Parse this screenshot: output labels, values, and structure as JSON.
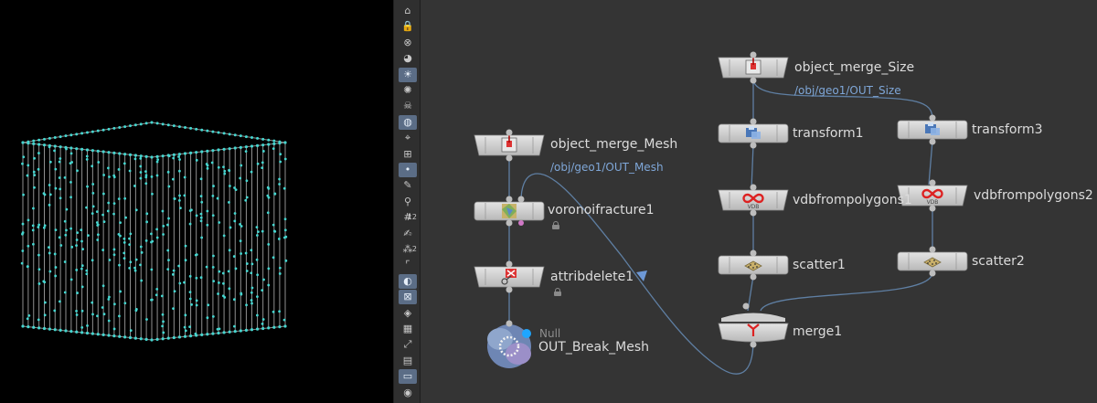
{
  "network": {
    "nodes": [
      {
        "id": "object_merge_Mesh",
        "label": "object_merge_Mesh",
        "path": "/obj/geo1/OUT_Mesh",
        "icon": "object-merge-icon"
      },
      {
        "id": "voronoifracture1",
        "label": "voronoifracture1",
        "icon": "voronoi-fracture-icon"
      },
      {
        "id": "attribdelete1",
        "label": "attribdelete1",
        "icon": "attrib-delete-icon"
      },
      {
        "id": "OUT_Break_Mesh",
        "label": "OUT_Break_Mesh",
        "type": "Null",
        "icon": "null-icon"
      },
      {
        "id": "object_merge_Size",
        "label": "object_merge_Size",
        "path": "/obj/geo1/OUT_Size",
        "icon": "object-merge-icon"
      },
      {
        "id": "transform1",
        "label": "transform1",
        "icon": "transform-icon"
      },
      {
        "id": "vdbfrompolygons1",
        "label": "vdbfrompolygons1",
        "icon": "vdb-icon"
      },
      {
        "id": "scatter1",
        "label": "scatter1",
        "icon": "scatter-icon"
      },
      {
        "id": "merge1",
        "label": "merge1",
        "icon": "merge-icon"
      },
      {
        "id": "transform3",
        "label": "transform3",
        "icon": "transform-icon"
      },
      {
        "id": "vdbfrompolygons2",
        "label": "vdbfrompolygons2",
        "icon": "vdb-icon"
      },
      {
        "id": "scatter2",
        "label": "scatter2",
        "icon": "scatter-icon"
      }
    ],
    "vdb_badge": "VDB"
  },
  "toolbar": {
    "items": [
      {
        "name": "pin-icon",
        "glyph": "⌂"
      },
      {
        "name": "lock-icon",
        "glyph": "🔒"
      },
      {
        "name": "close-circle-icon",
        "glyph": "⊗"
      },
      {
        "name": "ghost-icon",
        "glyph": "◕"
      },
      {
        "name": "lightbulb-icon",
        "glyph": "☀",
        "active": true
      },
      {
        "name": "light-icon",
        "glyph": "✺"
      },
      {
        "name": "skull-icon",
        "glyph": "☠"
      },
      {
        "name": "view-mode-icon",
        "glyph": "◍",
        "active": true
      },
      {
        "name": "snap-icon",
        "glyph": "⌖"
      },
      {
        "name": "display-options-icon",
        "glyph": "⊞"
      },
      {
        "name": "point-icon",
        "glyph": "•",
        "active": true
      },
      {
        "name": "brush-icon",
        "glyph": "✎"
      },
      {
        "name": "pick-icon",
        "glyph": "⚲"
      },
      {
        "name": "number-icon",
        "glyph": "#",
        "sub": "12"
      },
      {
        "name": "paint-icon",
        "glyph": "✍"
      },
      {
        "name": "particle-count-icon",
        "glyph": "⁂",
        "sub": "2"
      },
      {
        "name": "corner-icon",
        "glyph": "⌜"
      },
      {
        "name": "shade-icon",
        "glyph": "◐",
        "active": true
      },
      {
        "name": "wire-icon",
        "glyph": "⊠",
        "active": true
      },
      {
        "name": "smooth-icon",
        "glyph": "◈"
      },
      {
        "name": "texture-icon",
        "glyph": "▦"
      },
      {
        "name": "handle-icon",
        "glyph": "⤢"
      },
      {
        "name": "layer-icon",
        "glyph": "▤"
      },
      {
        "name": "background-icon",
        "glyph": "▭",
        "active": true
      },
      {
        "name": "camera-icon",
        "glyph": "◉"
      }
    ]
  },
  "colors": {
    "viewport_bg": "#000000",
    "network_bg": "#343434",
    "points": "#46d6d0",
    "wire": "#a9a9a9",
    "node_fill": "#c9c9c9",
    "connection": "#5f7fa3",
    "path_text": "#7fa7d8"
  }
}
